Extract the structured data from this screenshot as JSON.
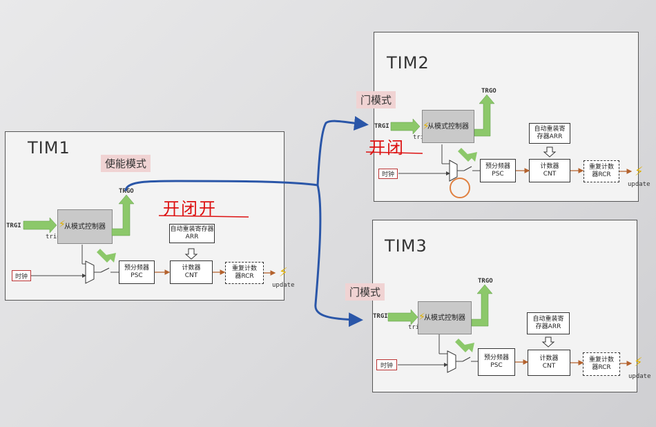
{
  "timers": [
    {
      "title": "TIM1",
      "tag": "使能模式",
      "trgo": "TRGO",
      "trgi": "TRGI",
      "trigger": "trigger",
      "slave": "从模式控制器",
      "arr": "自动重装寄存器ARR",
      "psc": "预分频器\nPSC",
      "cnt": "计数器\nCNT",
      "rcr": "重复计数\n器RCR",
      "clock": "时钟",
      "update": "update"
    },
    {
      "title": "TIM2",
      "tag": "门模式",
      "trgo": "TRGO",
      "trgi": "TRGI",
      "trigger": "trigger",
      "slave": "从模式控制器",
      "arr": "自动重装寄\n存器ARR",
      "psc": "预分频器\nPSC",
      "cnt": "计数器\nCNT",
      "rcr": "重复计数\n器RCR",
      "clock": "时钟",
      "update": "update"
    },
    {
      "title": "TIM3",
      "tag": "门模式",
      "trgo": "TRGO",
      "trgi": "TRGI",
      "trigger": "trigger",
      "slave": "从模式控制器",
      "arr": "自动重装寄\n存器ARR",
      "psc": "预分频器\nPSC",
      "cnt": "计数器\nCNT",
      "rcr": "重复计数\n器RCR",
      "clock": "时钟",
      "update": "update"
    }
  ],
  "handwriting": {
    "tim1_note": "开闭开",
    "tim2_note": "开闭"
  },
  "colors": {
    "ink_blue": "#2a56a8",
    "ink_red": "#d11",
    "arrow_green": "#8cc86a",
    "arrow_orange": "#b4622d"
  }
}
